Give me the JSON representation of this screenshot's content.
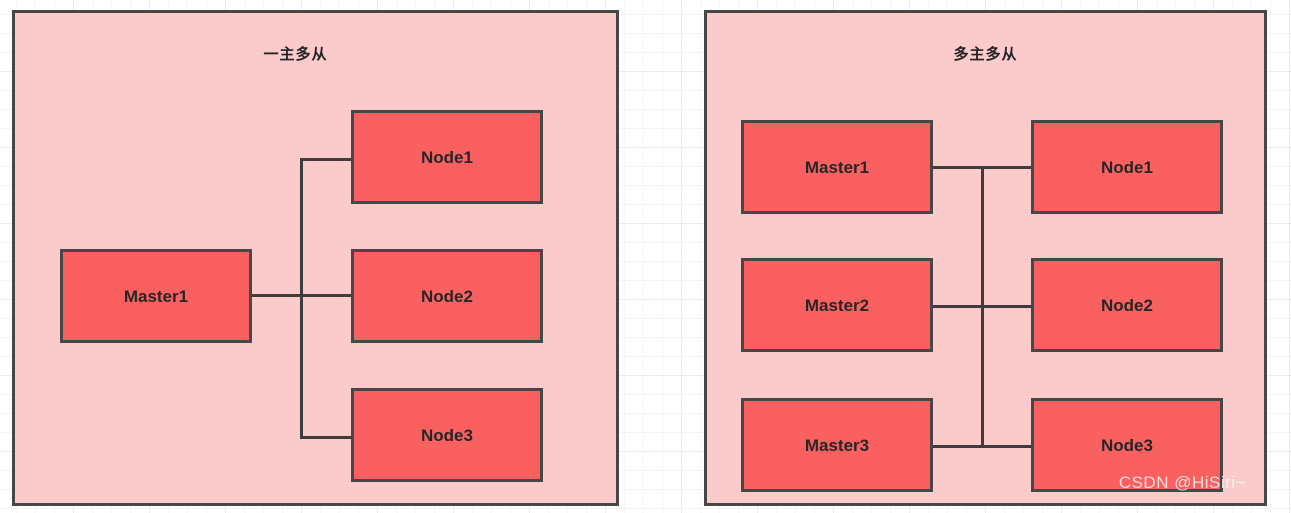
{
  "diagram": {
    "watermark": "CSDN @HiSiri~",
    "colors": {
      "panel_background": "#fbcbcb",
      "panel_border": "#474747",
      "box_fill": "#fa6060",
      "box_border": "#474747",
      "edge": "#3d3d3d",
      "label_text": "#262626",
      "canvas_background": "#ffffff",
      "grid_line": "#ececec"
    },
    "panels": [
      {
        "id": "one-master-many-nodes",
        "title": "一主多从",
        "boxes": {
          "master1": "Master1",
          "node1": "Node1",
          "node2": "Node2",
          "node3": "Node3"
        },
        "edges": [
          "Master1 -> Node1",
          "Master1 -> Node2",
          "Master1 -> Node3"
        ]
      },
      {
        "id": "many-masters-many-nodes",
        "title": "多主多从",
        "boxes": {
          "master1": "Master1",
          "master2": "Master2",
          "master3": "Master3",
          "node1": "Node1",
          "node2": "Node2",
          "node3": "Node3"
        },
        "edges": [
          "Master1 -> bus",
          "Master2 -> bus",
          "Master3 -> bus",
          "bus -> Node1",
          "bus -> Node2",
          "bus -> Node3"
        ]
      }
    ]
  }
}
